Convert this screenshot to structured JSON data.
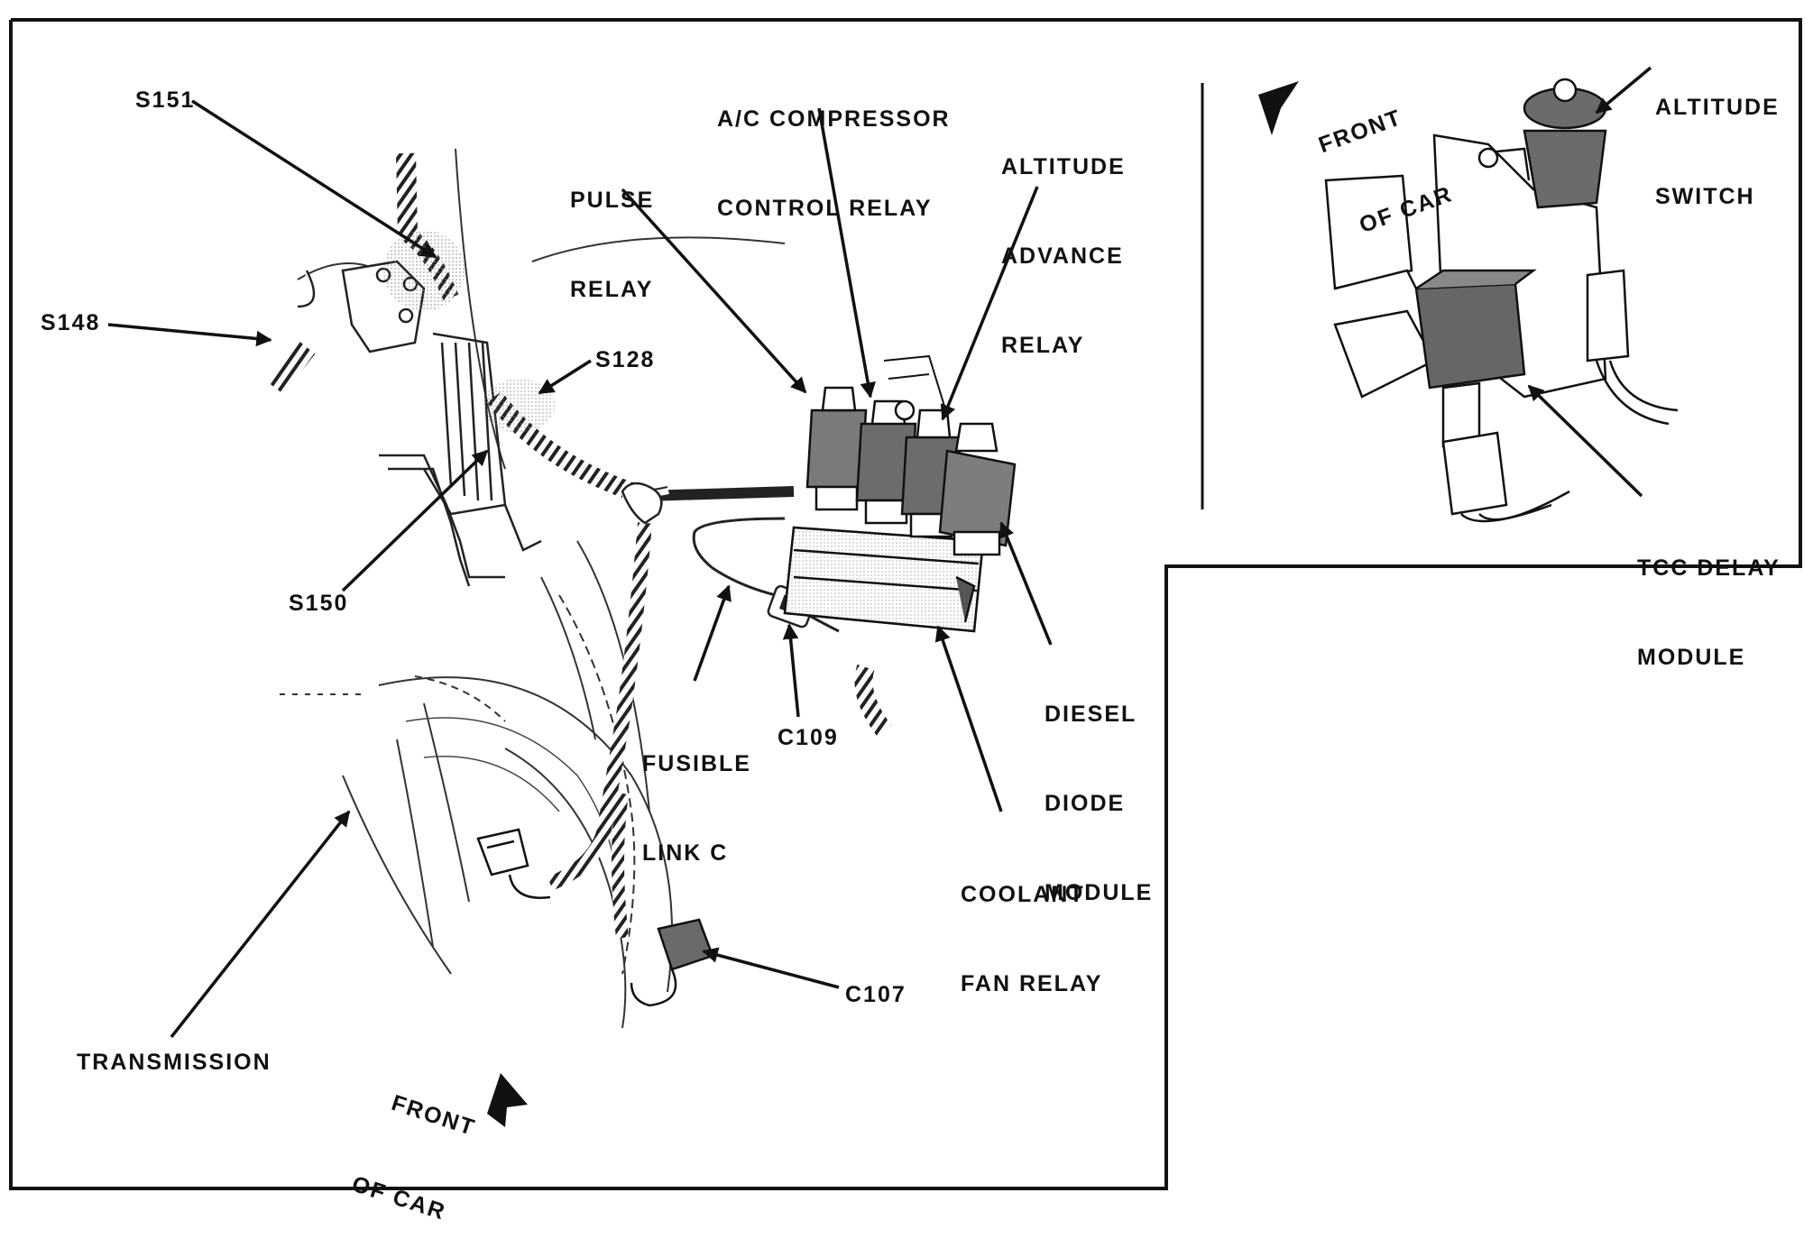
{
  "colors": {
    "ink": "#111111",
    "relay_fill": "#6f6f6f",
    "relay_dark": "#4a4a4a",
    "paper": "#ffffff"
  },
  "main_view": {
    "labels": {
      "s151": "S151",
      "s148": "S148",
      "s128": "S128",
      "s150": "S150",
      "pulse_relay": [
        "PULSE",
        "RELAY"
      ],
      "ac_compressor": [
        "A/C COMPRESSOR",
        "CONTROL RELAY"
      ],
      "altitude_advance": [
        "ALTITUDE",
        "ADVANCE",
        "RELAY"
      ],
      "diesel_diode": [
        "DIESEL",
        "DIODE",
        "MODULE"
      ],
      "fusible_link": [
        "FUSIBLE",
        "LINK C"
      ],
      "c109": "C109",
      "coolant_fan": [
        "COOLANT",
        "FAN RELAY"
      ],
      "c107": "C107",
      "transmission": "TRANSMISSION",
      "front_of_car": [
        "FRONT",
        "OF CAR"
      ]
    },
    "icons": {
      "direction_arrow": "front-arrow-icon"
    }
  },
  "inset_view": {
    "labels": {
      "front_of_car": [
        "FRONT",
        "OF CAR"
      ],
      "altitude_switch": [
        "ALTITUDE",
        "SWITCH"
      ],
      "tcc_delay": [
        "TCC DELAY",
        "MODULE"
      ]
    }
  }
}
